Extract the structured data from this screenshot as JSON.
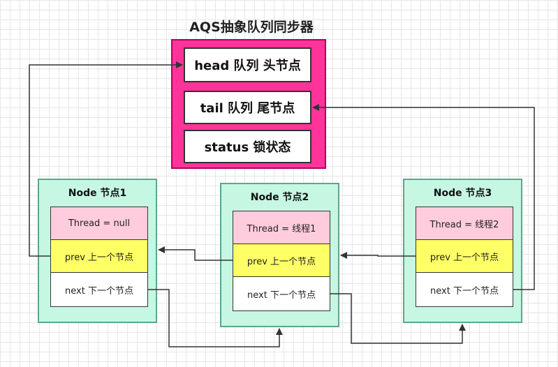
{
  "title": "AQS抽象队列同步器",
  "aqs": {
    "head": "head 队列 头节点",
    "tail": "tail 队列 尾节点",
    "status": "status 锁状态"
  },
  "nodes": [
    {
      "title": "Node 节点1",
      "thread": "Thread = null",
      "prev": "prev 上一个节点",
      "next": "next 下一个节点"
    },
    {
      "title": "Node 节点2",
      "thread": "Thread = 线程1",
      "prev": "prev 上一个节点",
      "next": "next 下一个节点"
    },
    {
      "title": "Node 节点3",
      "thread": "Thread = 线程2",
      "prev": "prev 上一个节点",
      "next": "next 下一个节点"
    }
  ],
  "colors": {
    "aqs_fill": "#ff3399",
    "node_fill": "#c6f7e2",
    "thread_cell": "#ffccdd",
    "prev_cell": "#ffff66",
    "next_cell": "#ffffff",
    "arrow": "#333333"
  }
}
